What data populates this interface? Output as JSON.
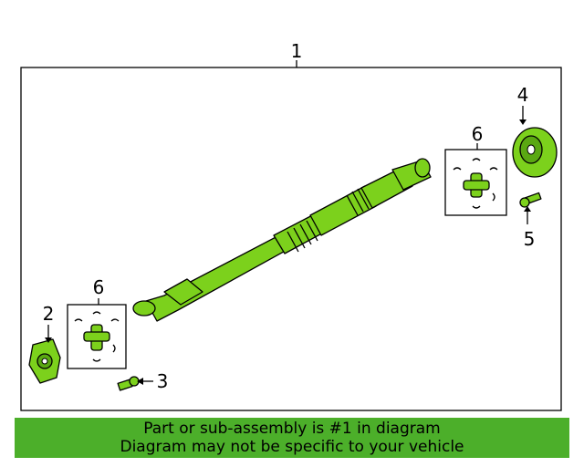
{
  "callouts": {
    "c1": "1",
    "c2": "2",
    "c3": "3",
    "c4": "4",
    "c5": "5",
    "c6a": "6",
    "c6b": "6"
  },
  "banner": {
    "line1": "Part or sub-assembly is #1 in diagram",
    "line2": "Diagram may not be specific to your vehicle"
  },
  "colors": {
    "part": "#7cd11c",
    "banner": "#4caf2a"
  }
}
